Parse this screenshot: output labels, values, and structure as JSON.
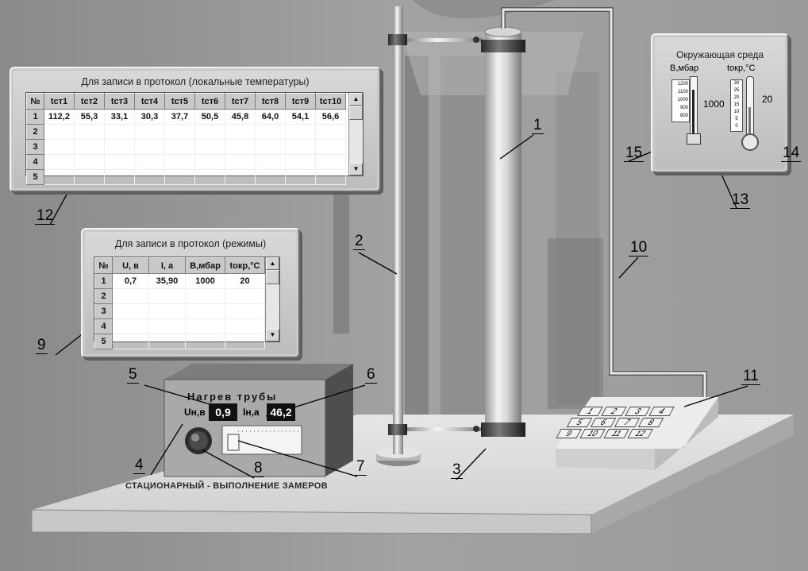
{
  "protocol_local": {
    "title": "Для записи в протокол (локальные температуры)",
    "columns": [
      "№",
      "tст1",
      "tст2",
      "tст3",
      "tст4",
      "tст5",
      "tст6",
      "tст7",
      "tст8",
      "tст9",
      "tст10"
    ],
    "rows": [
      [
        "1",
        "112,2",
        "55,3",
        "33,1",
        "30,3",
        "37,7",
        "50,5",
        "45,8",
        "64,0",
        "54,1",
        "56,6"
      ],
      [
        "2",
        "",
        "",
        "",
        "",
        "",
        "",
        "",
        "",
        "",
        ""
      ],
      [
        "3",
        "",
        "",
        "",
        "",
        "",
        "",
        "",
        "",
        "",
        ""
      ],
      [
        "4",
        "",
        "",
        "",
        "",
        "",
        "",
        "",
        "",
        "",
        ""
      ],
      [
        "5",
        "",
        "",
        "",
        "",
        "",
        "",
        "",
        "",
        "",
        ""
      ]
    ]
  },
  "protocol_modes": {
    "title": "Для записи в протокол (режимы)",
    "columns": [
      "№",
      "U, в",
      "I, а",
      "B,мбар",
      "tокр,°С"
    ],
    "rows": [
      [
        "1",
        "0,7",
        "35,90",
        "1000",
        "20"
      ],
      [
        "2",
        "",
        "",
        "",
        ""
      ],
      [
        "3",
        "",
        "",
        "",
        ""
      ],
      [
        "4",
        "",
        "",
        "",
        ""
      ],
      [
        "5",
        "",
        "",
        "",
        ""
      ]
    ]
  },
  "environment": {
    "title": "Окружающая среда",
    "barometer_label": "B,мбар",
    "barometer_value": "1000",
    "barometer_ticks": [
      "1200",
      "1100",
      "1000",
      "900",
      "800"
    ],
    "thermometer_label": "tокр,°С",
    "thermometer_value": "20",
    "thermometer_ticks": [
      "30",
      "25",
      "20",
      "15",
      "10",
      "5",
      "0"
    ]
  },
  "heater": {
    "title": "Нагрев трубы",
    "voltage_label": "Uн,в",
    "voltage_value": "0,9",
    "current_label": "Iн,а",
    "current_value": "46,2"
  },
  "status_text": "СТАЦИОНАРНЫЙ - ВЫПОЛНЕНИЕ ЗАМЕРОВ",
  "keypad": [
    "1",
    "2",
    "3",
    "4",
    "5",
    "6",
    "7",
    "8",
    "9",
    "10",
    "11",
    "12"
  ],
  "callouts": {
    "c1": "1",
    "c2": "2",
    "c3": "3",
    "c4": "4",
    "c5": "5",
    "c6": "6",
    "c7": "7",
    "c8": "8",
    "c9": "9",
    "c10": "10",
    "c11": "11",
    "c12": "12",
    "c13": "13",
    "c14": "14",
    "c15": "15"
  },
  "scroll_arrows": {
    "up": "▲",
    "down": "▼"
  }
}
